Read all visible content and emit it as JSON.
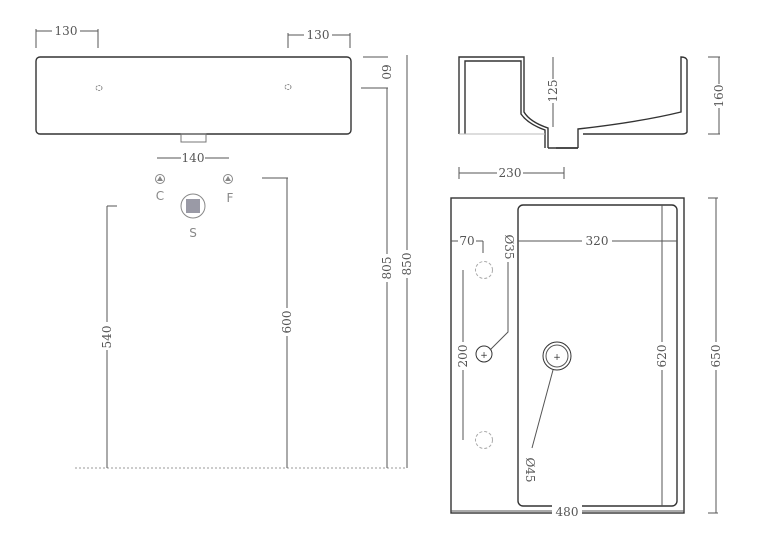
{
  "front_view": {
    "dims": {
      "left_hole_offset": "130",
      "right_hole_offset": "130",
      "top_thickness": "60",
      "faucet_spacing": "140",
      "height_540": "540",
      "height_600": "600",
      "height_805": "805",
      "height_850": "850"
    },
    "labels": {
      "cold": "C",
      "hot": "F",
      "drain": "S"
    }
  },
  "side_view": {
    "dims": {
      "depth_basin": "125",
      "height_total": "160",
      "drain_offset": "230"
    }
  },
  "top_view": {
    "dims": {
      "hole_offset": "70",
      "hole_dia": "Ø35",
      "basin_width": "320",
      "hole_spacing": "200",
      "basin_depth": "620",
      "total_depth": "650",
      "drain_dia": "Ø45",
      "total_width": "480"
    }
  },
  "colors": {
    "line": "#555555",
    "outline": "#333333",
    "label": "#888888",
    "drain_fill": "#9a9aa6"
  }
}
